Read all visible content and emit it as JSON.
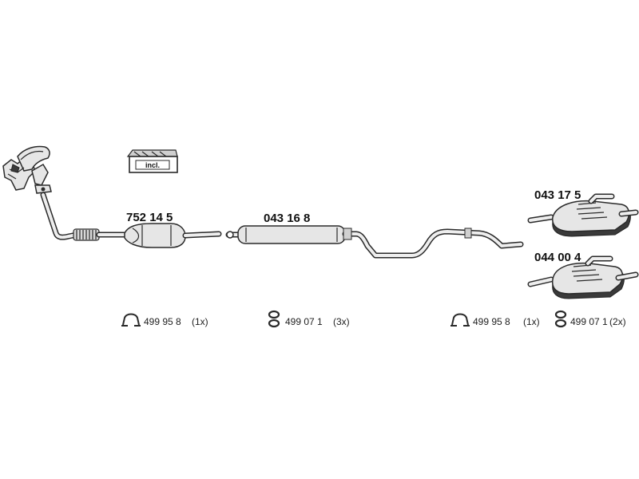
{
  "parts": {
    "front_pipe": "752 14 5",
    "middle_silencer": "043 16 8",
    "rear_silencer_a": "043 17 5",
    "rear_silencer_b": "044 00 4"
  },
  "kit_box": {
    "label": "incl."
  },
  "accessories": [
    {
      "number": "499 95 8",
      "qty": "(1x)",
      "icon": "clamp-icon"
    },
    {
      "number": "499 07 1",
      "qty": "(3x)",
      "icon": "rubber-mount-icon"
    },
    {
      "number": "499 95 8",
      "qty": "(1x)",
      "icon": "clamp-icon"
    },
    {
      "number": "499 07 1",
      "qty": "(2x)",
      "icon": "rubber-mount-icon"
    }
  ]
}
